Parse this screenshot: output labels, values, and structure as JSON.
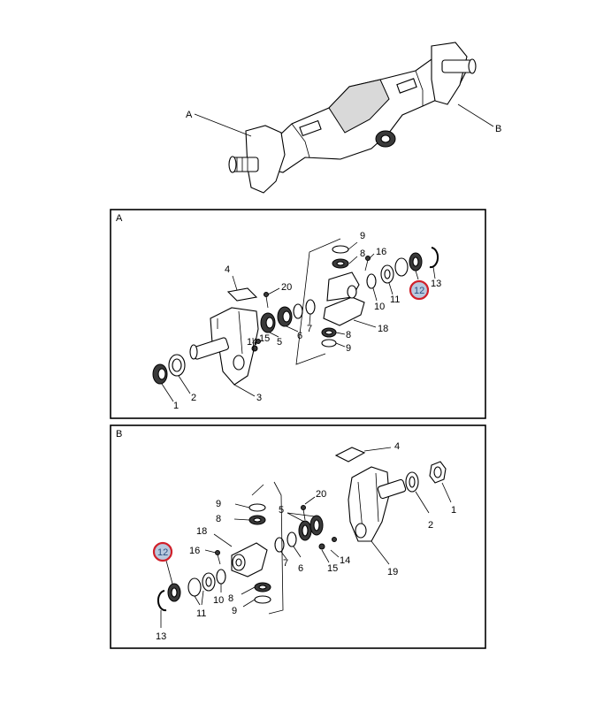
{
  "overview": {
    "label_a": "A",
    "label_b": "B"
  },
  "panel_a": {
    "title": "A",
    "callouts": [
      "1",
      "2",
      "3",
      "4",
      "5",
      "6",
      "7",
      "8",
      "8",
      "9",
      "9",
      "10",
      "11",
      "12",
      "13",
      "14",
      "15",
      "16",
      "18",
      "20"
    ]
  },
  "panel_b": {
    "title": "B",
    "callouts": [
      "1",
      "2",
      "4",
      "5",
      "6",
      "7",
      "8",
      "8",
      "9",
      "9",
      "10",
      "11",
      "12",
      "13",
      "14",
      "15",
      "16",
      "18",
      "19",
      "20"
    ]
  },
  "highlight": {
    "part": "12",
    "ring_color": "#d0202a",
    "fill_color": "#b8c9de"
  }
}
